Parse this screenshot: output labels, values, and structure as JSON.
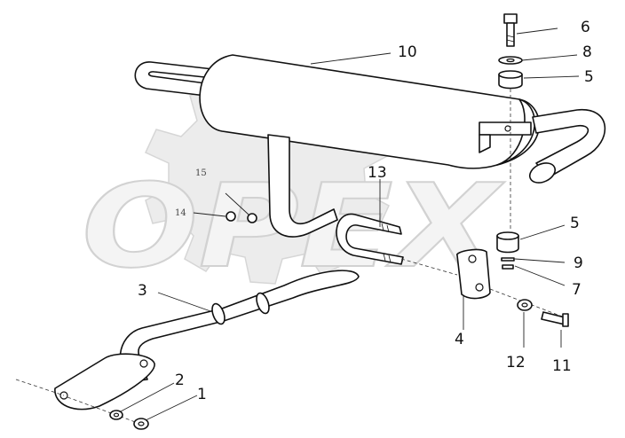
{
  "callouts": {
    "c1": "1",
    "c2": "2",
    "c3": "3",
    "c4": "4",
    "c5a": "5",
    "c5b": "5",
    "c6": "6",
    "c7": "7",
    "c8": "8",
    "c9": "9",
    "c10": "10",
    "c11": "11",
    "c12": "12",
    "c13": "13",
    "c14": "14",
    "c15": "15"
  },
  "watermark": {
    "text": "OPEX"
  }
}
